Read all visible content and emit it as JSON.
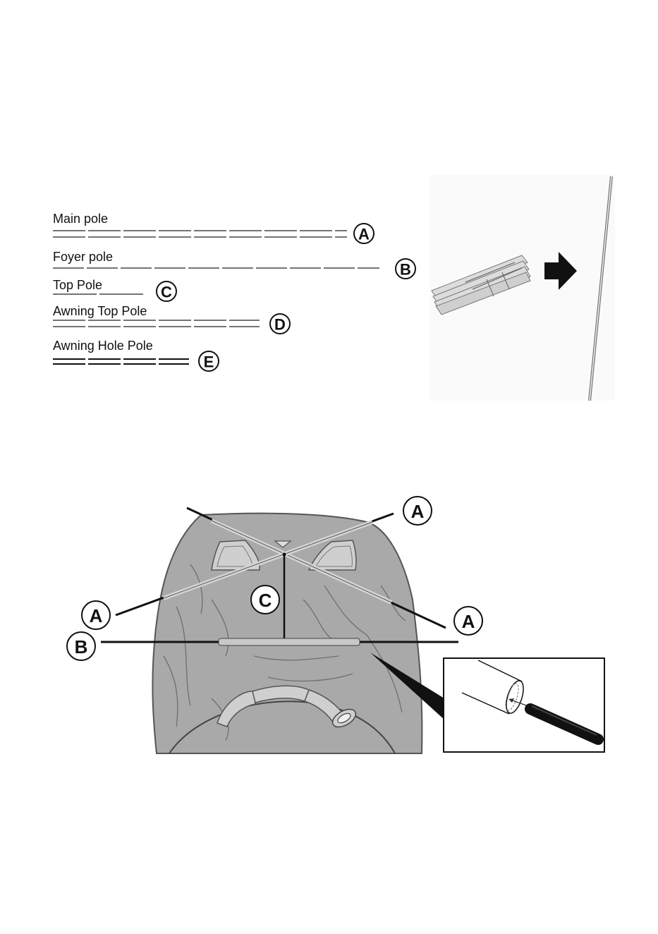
{
  "poles": [
    {
      "label": "Main pole",
      "code": "A"
    },
    {
      "label": "Foyer pole",
      "code": "B"
    },
    {
      "label": "Top Pole",
      "code": "C"
    },
    {
      "label": "Awning Top Pole",
      "code": "D"
    },
    {
      "label": "Awning Hole Pole",
      "code": "E"
    }
  ],
  "tent_callouts": {
    "top_right": "A",
    "left": "A",
    "right": "A",
    "center": "C",
    "bottom_left": "B"
  },
  "colors": {
    "line": "#111111",
    "tent_fill": "#a9a9a9",
    "pole_gray": "#9a9a9a"
  }
}
